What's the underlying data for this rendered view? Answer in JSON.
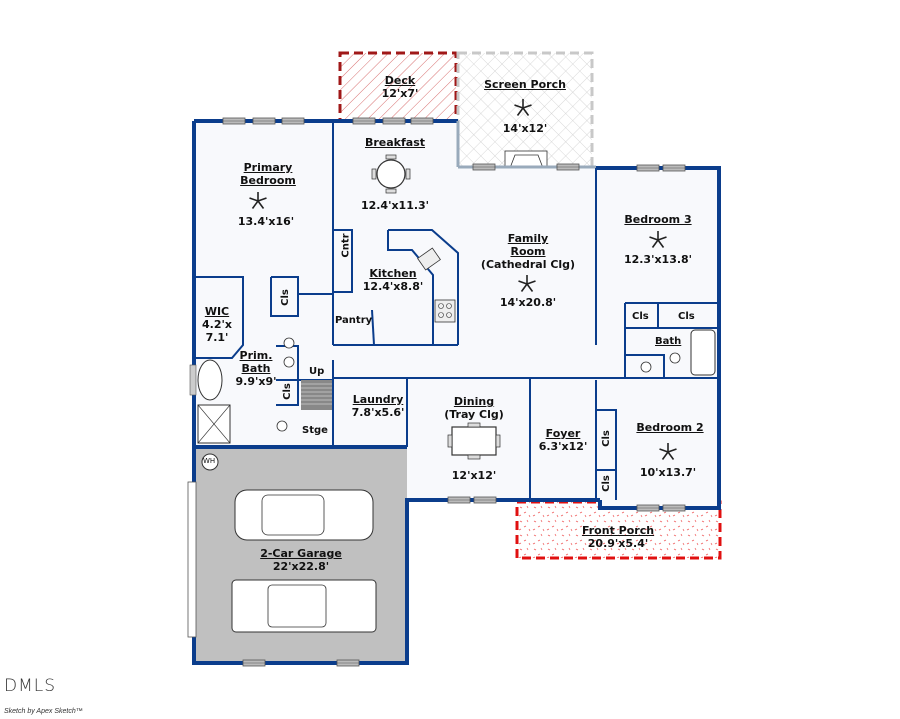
{
  "colors": {
    "wall": "#0b3d8c",
    "interior": "#f8f9fc",
    "garage_floor": "#c0c0c0",
    "deck_border": "#a01818",
    "screen_porch_border": "#c8c8c8",
    "front_porch_border": "#e01010"
  },
  "rooms": {
    "deck": {
      "name": "Deck",
      "dims": "12'x7'"
    },
    "screen_porch": {
      "name": "Screen Porch",
      "dims": "14'x12'",
      "icon": "ceiling-fan-icon"
    },
    "breakfast": {
      "name": "Breakfast",
      "dims": "12.4'x11.3'",
      "icon": "round-table-icon"
    },
    "primary_bedroom": {
      "name": "Primary",
      "name2": "Bedroom",
      "dims": "13.4'x16'",
      "icon": "ceiling-fan-icon"
    },
    "family_room": {
      "name": "Family",
      "name2": "Room",
      "note": "(Cathedral Clg)",
      "dims": "14'x20.8'",
      "icon": "ceiling-fan-icon"
    },
    "bedroom3": {
      "name": "Bedroom 3",
      "dims": "12.3'x13.8'",
      "icon": "ceiling-fan-icon"
    },
    "kitchen": {
      "name": "Kitchen",
      "dims": "12.4'x8.8'"
    },
    "pantry": {
      "name": "Pantry"
    },
    "cntr": {
      "name": "Cntr"
    },
    "wic": {
      "name": "WIC",
      "dims": "4.2'x",
      "dims2": "7.1'"
    },
    "prim_bath": {
      "name": "Prim.",
      "name2": "Bath",
      "dims": "9.9'x9'"
    },
    "laundry": {
      "name": "Laundry",
      "dims": "7.8'x5.6'"
    },
    "stge": {
      "name": "Stge"
    },
    "stairs": {
      "label": "Up"
    },
    "dining": {
      "name": "Dining",
      "note": "(Tray Clg)",
      "dims": "12'x12'",
      "icon": "rect-table-icon"
    },
    "foyer": {
      "name": "Foyer",
      "dims": "6.3'x12'"
    },
    "bedroom2": {
      "name": "Bedroom 2",
      "dims": "10'x13.7'",
      "icon": "ceiling-fan-icon"
    },
    "bath": {
      "name": "Bath"
    },
    "front_porch": {
      "name": "Front Porch",
      "dims": "20.9'x5.4'"
    },
    "garage": {
      "name": "2-Car Garage",
      "dims": "22'x22.8'",
      "wh": "WH"
    }
  },
  "closets": {
    "label": "Cls"
  },
  "footer": {
    "brand": "DMLS",
    "credit": "Sketch by Apex Sketch™"
  }
}
